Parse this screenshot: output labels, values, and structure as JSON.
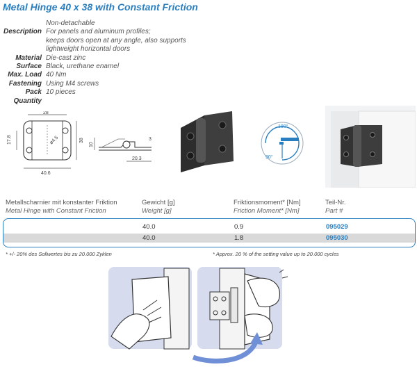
{
  "title": "Metal Hinge 40 x 38 with Constant Friction",
  "specs": [
    {
      "label": "",
      "lines": [
        "Non-detachable"
      ]
    },
    {
      "label": "Description",
      "lines": [
        "For panels and aluminum profiles;",
        "keeps doors open at any angle, also supports",
        "lightweight horizontal doors"
      ]
    },
    {
      "label": "Material",
      "lines": [
        "Die-cast zinc"
      ]
    },
    {
      "label": "Surface",
      "lines": [
        "Black, urethane enamel"
      ]
    },
    {
      "label": "Max. Load",
      "lines": [
        "40 Nm"
      ]
    },
    {
      "label": "Fastening",
      "lines": [
        "Using M4 screws"
      ]
    },
    {
      "label": "Pack Quantity",
      "lines": [
        "10 pieces"
      ]
    }
  ],
  "drawing": {
    "dim_width_top": "28",
    "dim_height_left": "17.8",
    "dim_height_right": "38",
    "dim_hole": "ø4.5",
    "dim_width_bottom": "40.6",
    "side_dim_left": "10",
    "side_dim_right": "3",
    "side_dim_bottom": "20.3",
    "angle_top": "180°",
    "angle_side": "90°"
  },
  "table": {
    "headers": [
      {
        "de": "Metallscharnier mit konstanter Friktion",
        "en": "Metal Hinge with Constant Friction"
      },
      {
        "de": "Gewicht [g]",
        "en": "Weight [g]"
      },
      {
        "de": "Friktionsmoment* [Nm]",
        "en": "Friction Moment* [Nm]"
      },
      {
        "de": "Teil-Nr.",
        "en": "Part #"
      }
    ],
    "rows": [
      {
        "weight": "40.0",
        "friction": "0.9",
        "part": "095029"
      },
      {
        "weight": "40.0",
        "friction": "1.8",
        "part": "095030"
      }
    ]
  },
  "notes": {
    "de": "* +/- 20% des Sollwertes bis zu 20.000 Zyklen",
    "en": "* Approx. 20 % of the setting value up to 20.000 cycles"
  },
  "colors": {
    "accent": "#2a7fc1",
    "row_alt": "#d9d9d9"
  }
}
